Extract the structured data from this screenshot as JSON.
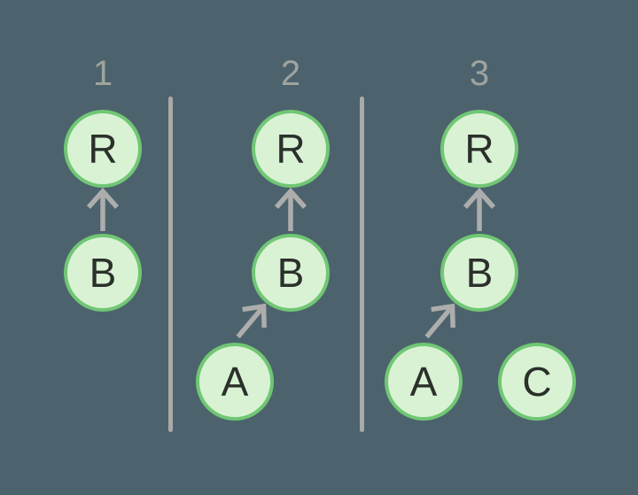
{
  "diagram": {
    "panels": [
      {
        "label": "1",
        "nodes": [
          {
            "letter": "R"
          },
          {
            "letter": "B"
          }
        ],
        "edges": [
          {
            "from": "B",
            "to": "R"
          }
        ]
      },
      {
        "label": "2",
        "nodes": [
          {
            "letter": "R"
          },
          {
            "letter": "B"
          },
          {
            "letter": "A"
          }
        ],
        "edges": [
          {
            "from": "B",
            "to": "R"
          },
          {
            "from": "A",
            "to": "B"
          }
        ]
      },
      {
        "label": "3",
        "nodes": [
          {
            "letter": "R"
          },
          {
            "letter": "B"
          },
          {
            "letter": "A"
          },
          {
            "letter": "C"
          }
        ],
        "edges": [
          {
            "from": "B",
            "to": "R"
          },
          {
            "from": "A",
            "to": "B"
          }
        ]
      }
    ],
    "colors": {
      "background": "#4c636d",
      "node_fill": "#d9f2d4",
      "node_border": "#70c774",
      "node_text": "#2b302b",
      "line": "#adadad",
      "divider": "#a9a9a9",
      "label": "#9ea49e"
    }
  }
}
